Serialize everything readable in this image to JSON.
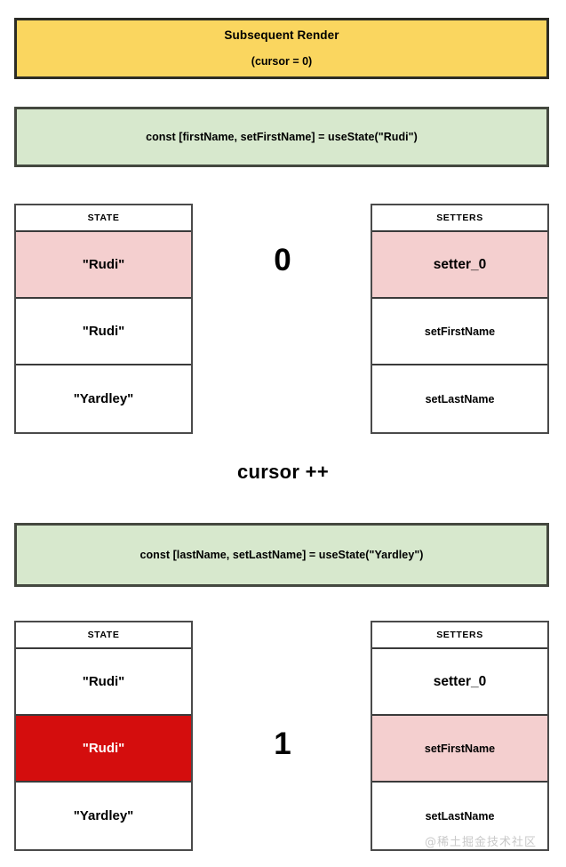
{
  "header": {
    "title": "Subsequent Render",
    "subtitle": "(cursor = 0)",
    "bg_color": "#fad65f"
  },
  "code_blocks": [
    {
      "text": "const [firstName, setFirstName] = useState(\"Rudi\")",
      "bg_color": "#d7e8cd"
    },
    {
      "text": "const [lastName, setLastName] = useState(\"Yardley\")",
      "bg_color": "#d7e8cd"
    }
  ],
  "cursor_label": "cursor ++",
  "steps": [
    {
      "cursor_index": "0",
      "state_table": {
        "header": "STATE",
        "rows": [
          {
            "value": "\"Rudi\"",
            "highlight": "pink"
          },
          {
            "value": "\"Rudi\"",
            "highlight": "none"
          },
          {
            "value": "\"Yardley\"",
            "highlight": "none"
          }
        ]
      },
      "setters_table": {
        "header": "SETTERS",
        "rows": [
          {
            "value": "setter_0",
            "highlight": "pink"
          },
          {
            "value": "setFirstName",
            "highlight": "none"
          },
          {
            "value": "setLastName",
            "highlight": "none"
          }
        ]
      }
    },
    {
      "cursor_index": "1",
      "state_table": {
        "header": "STATE",
        "rows": [
          {
            "value": "\"Rudi\"",
            "highlight": "none"
          },
          {
            "value": "\"Rudi\"",
            "highlight": "red"
          },
          {
            "value": "\"Yardley\"",
            "highlight": "none"
          }
        ]
      },
      "setters_table": {
        "header": "SETTERS",
        "rows": [
          {
            "value": "setter_0",
            "highlight": "none"
          },
          {
            "value": "setFirstName",
            "highlight": "pink"
          },
          {
            "value": "setLastName",
            "highlight": "none"
          }
        ]
      }
    }
  ],
  "watermark": "@稀土掘金技术社区",
  "colors": {
    "highlight_pink": "#f4cfcf",
    "highlight_red": "#d40d0d",
    "banner_yellow": "#fad65f",
    "code_green": "#d7e8cd",
    "border_dark": "#2b2b25"
  }
}
